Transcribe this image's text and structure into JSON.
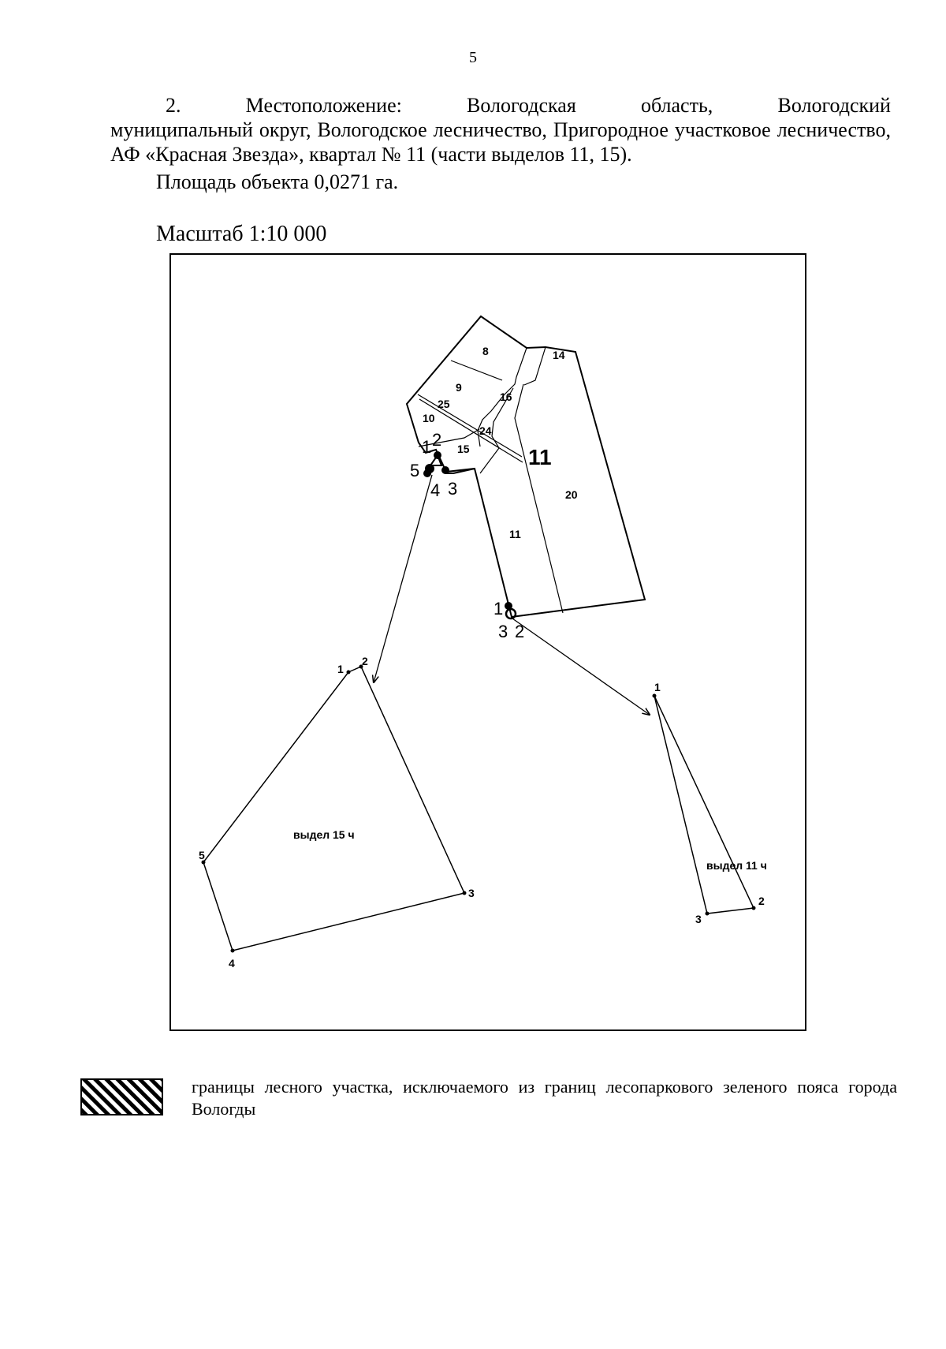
{
  "page_number": "5",
  "location": {
    "line1_words": [
      "2.",
      "Местоположение:",
      "Вологодская",
      "область,",
      "Вологодский"
    ],
    "rest": "муниципальный округ, Вологодское лесничество, Пригородное участковое лесничество, АФ «Красная Звезда», квартал № 11 (части выделов 11, 15)."
  },
  "area_text": "Площадь объекта 0,0271 га.",
  "scale_text": "Масштаб 1:10 000",
  "map": {
    "quarter_label": "11",
    "compartment_labels": [
      "8",
      "9",
      "10",
      "14",
      "15",
      "16",
      "20",
      "11",
      "24",
      "25"
    ],
    "point_labels_top": [
      "1",
      "2",
      "5",
      "4",
      "3"
    ],
    "point_labels_mid": [
      "1",
      "3",
      "2"
    ],
    "parcel_15": {
      "label": "выдел 15 ч",
      "vertex_labels": [
        "1",
        "2",
        "3",
        "4",
        "5"
      ]
    },
    "parcel_11": {
      "label": "выдел 11 ч",
      "vertex_labels": [
        "1",
        "2",
        "3"
      ]
    }
  },
  "legend": {
    "text": "границы лесного участка, исключаемого из границ лесопаркового зеленого пояса города Вологды"
  }
}
